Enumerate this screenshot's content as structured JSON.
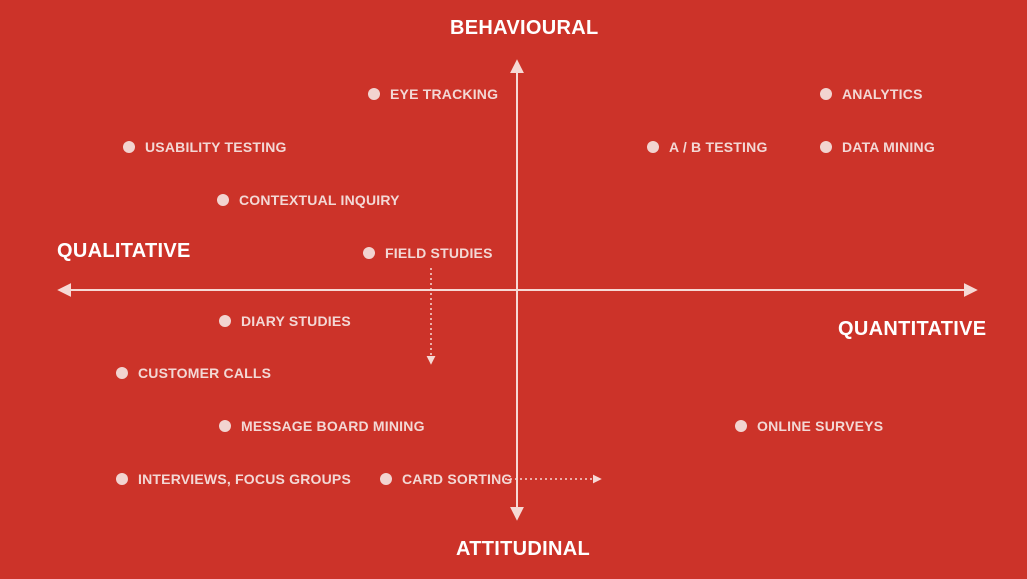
{
  "colors": {
    "background": "#cc3329",
    "axis": "#f6d9d5",
    "dot": "#f2d4d0",
    "label": "#f3d8d5",
    "axis_label": "#ffffff"
  },
  "axes": {
    "top": "BEHAVIOURAL",
    "bottom": "ATTITUDINAL",
    "left": "QUALITATIVE",
    "right": "QUANTITATIVE"
  },
  "methods": [
    {
      "id": "eye-tracking",
      "label": "EYE TRACKING"
    },
    {
      "id": "analytics",
      "label": "ANALYTICS"
    },
    {
      "id": "usability-testing",
      "label": "USABILITY TESTING"
    },
    {
      "id": "ab-testing",
      "label": "A / B TESTING"
    },
    {
      "id": "data-mining",
      "label": "DATA MINING"
    },
    {
      "id": "contextual-inquiry",
      "label": "CONTEXTUAL INQUIRY"
    },
    {
      "id": "field-studies",
      "label": "FIELD STUDIES"
    },
    {
      "id": "diary-studies",
      "label": "DIARY STUDIES"
    },
    {
      "id": "customer-calls",
      "label": "CUSTOMER CALLS"
    },
    {
      "id": "message-board-mining",
      "label": "MESSAGE BOARD MINING"
    },
    {
      "id": "online-surveys",
      "label": "ONLINE SURVEYS"
    },
    {
      "id": "interviews-focus-groups",
      "label": "INTERVIEWS, FOCUS GROUPS"
    },
    {
      "id": "card-sorting",
      "label": "CARD SORTING"
    }
  ]
}
